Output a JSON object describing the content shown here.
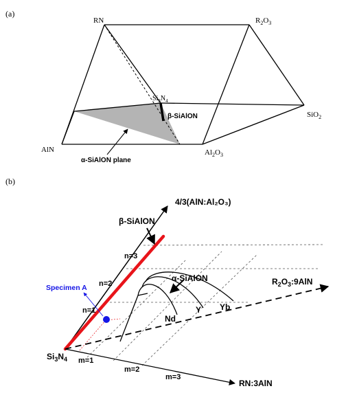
{
  "panel_a": {
    "label": "(a)",
    "vertices": {
      "rn": "RN",
      "r2o3_main": "R",
      "r2o3_sub": "2",
      "r2o3_tail": "O",
      "r2o3_sub2": "3",
      "si3n4_main": "Si",
      "si3n4_sub": "3",
      "si3n4_mid": "N",
      "si3n4_sub2": "4",
      "sio2_main": "SiO",
      "sio2_sub": "2",
      "aln": "AlN",
      "al2o3_main": "Al",
      "al2o3_sub": "2",
      "al2o3_mid": "O",
      "al2o3_sub2": "3"
    },
    "beta_sialon": "β-SiAlON",
    "alpha_plane": "α-SiAlON plane"
  },
  "panel_b": {
    "label": "(b)",
    "axis_top": "4/3(AlN:Al₂O₃)",
    "axis_right_main": "R",
    "axis_right_sub": "2",
    "axis_right_tail": "O",
    "axis_right_sub2": "3",
    "axis_right_rest": ":9AlN",
    "axis_bottom": "RN:3AlN",
    "origin_main": "Si",
    "origin_sub": "3",
    "origin_mid": "N",
    "origin_sub2": "4",
    "beta_sialon": "β-SiAlON",
    "alpha_sialon": "α-SiAlON",
    "specimen": "Specimen A",
    "n_labels": [
      "n=1",
      "n=2",
      "n=3"
    ],
    "m_labels": [
      "m=1",
      "m=2",
      "m=3"
    ],
    "elements": [
      "Nd",
      "Y",
      "Yb"
    ],
    "colors": {
      "beta_line": "#e8141a",
      "specimen": "#1515e6",
      "plane": "#b4b4b4"
    }
  }
}
